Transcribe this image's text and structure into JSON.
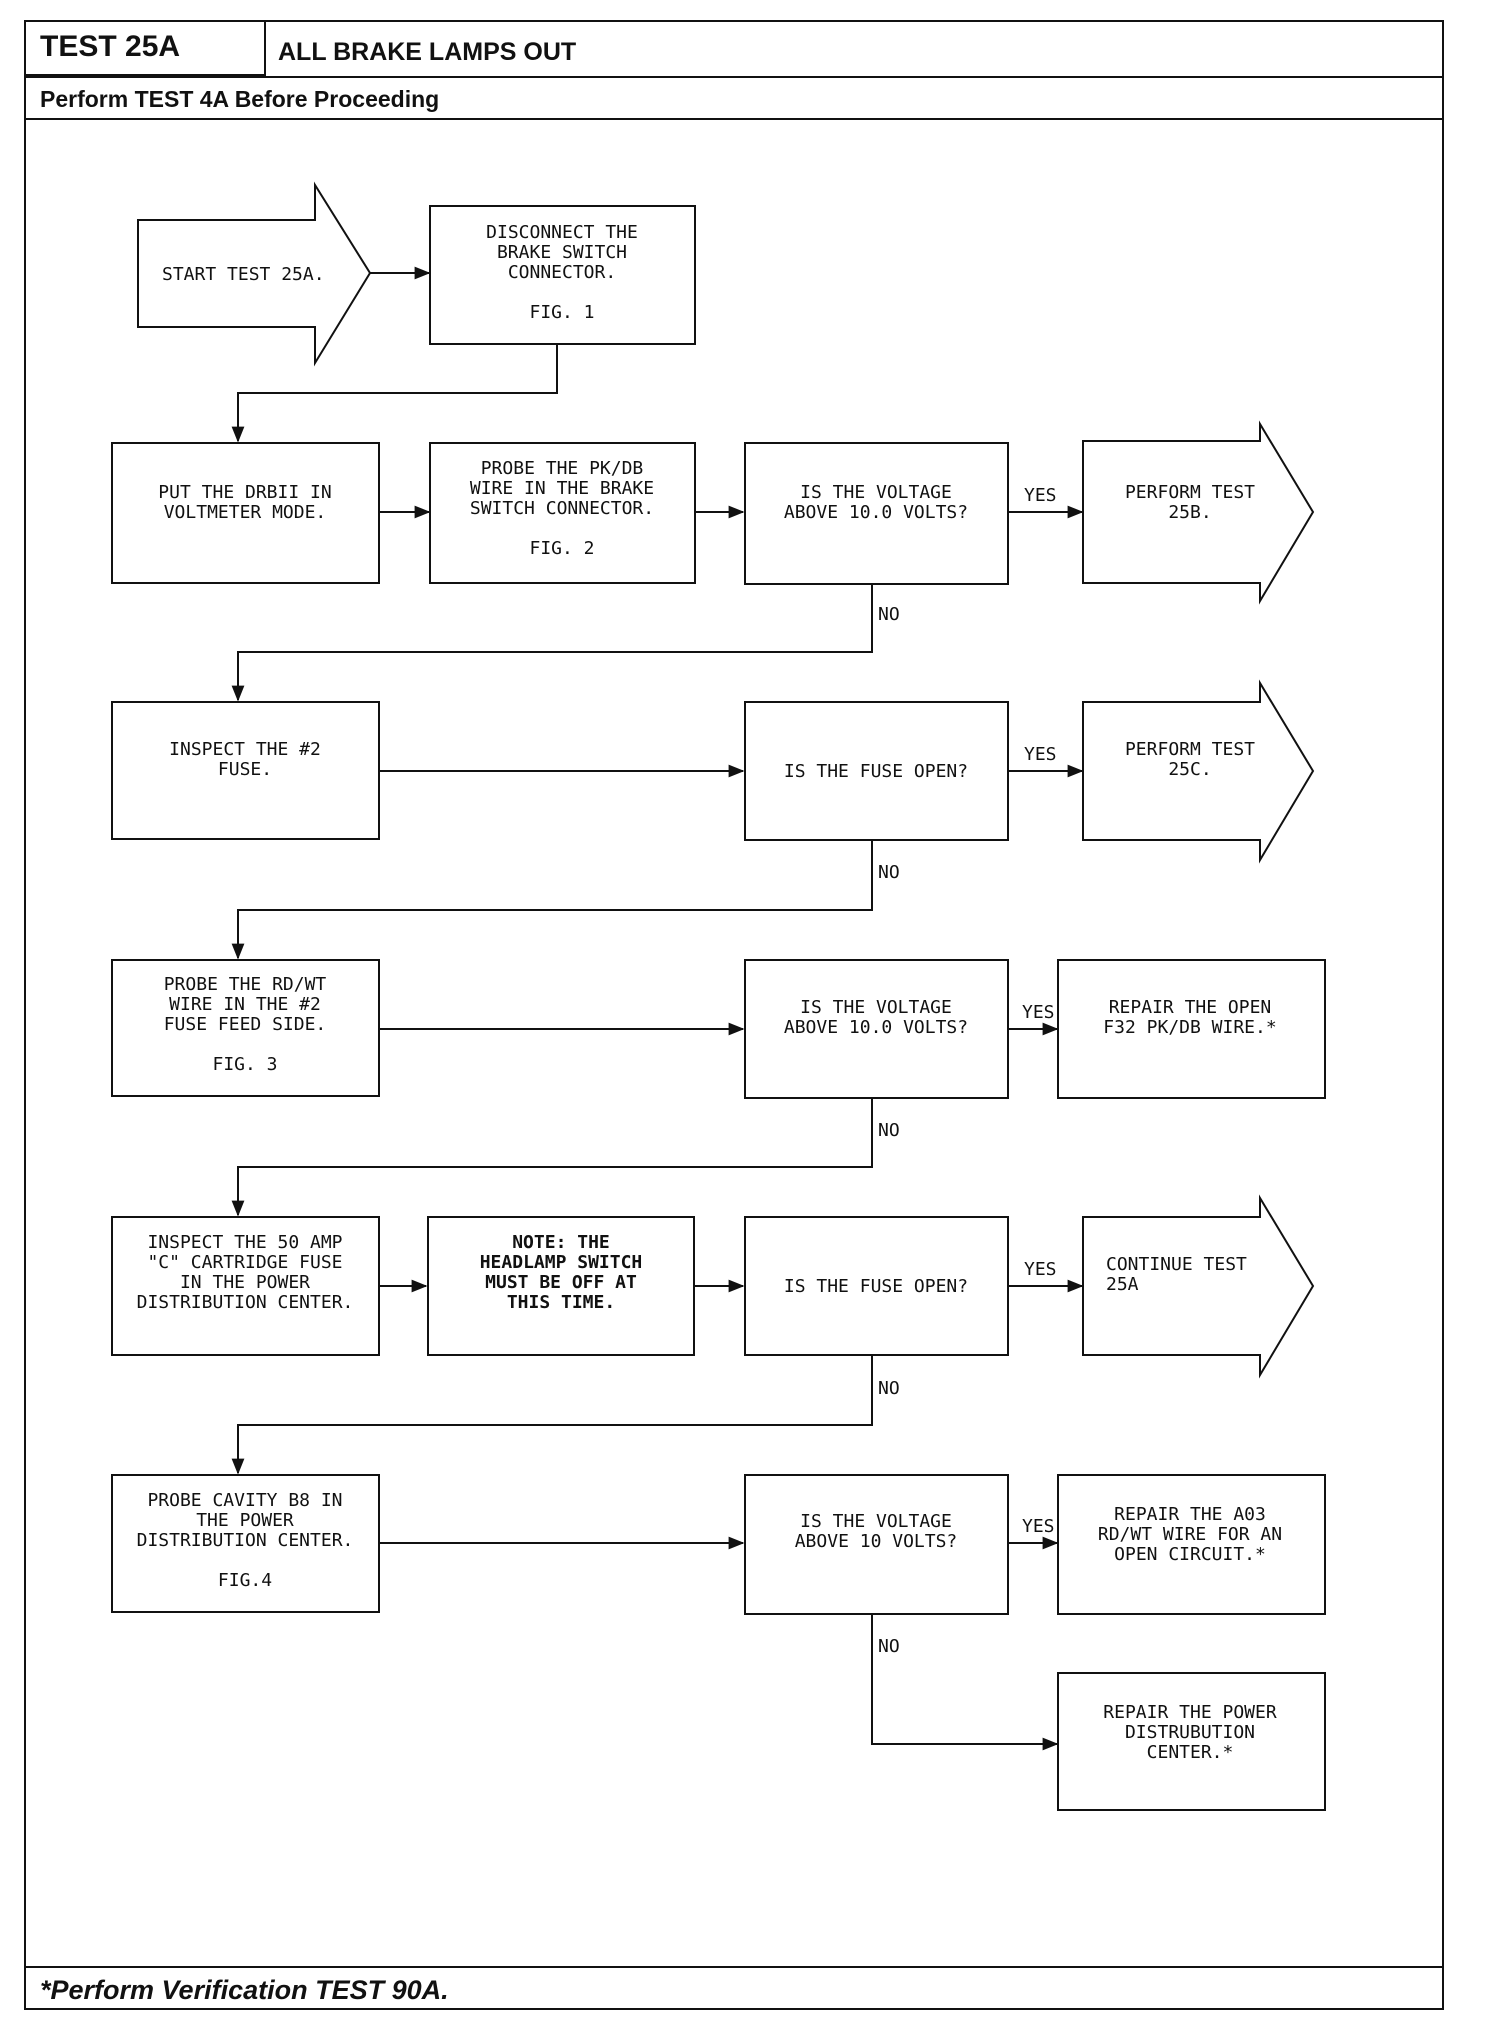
{
  "header": {
    "test_id": "TEST 25A",
    "title": "ALL BRAKE LAMPS OUT",
    "subtitle": "Perform TEST 4A Before Proceeding"
  },
  "footer": {
    "note": "*Perform Verification TEST 90A."
  },
  "labels": {
    "yes": "YES",
    "no": "NO"
  },
  "steps": {
    "start": [
      "START TEST 25A."
    ],
    "disconnect": [
      "DISCONNECT THE",
      "BRAKE SWITCH",
      "CONNECTOR.",
      "",
      "FIG. 1"
    ],
    "put_drb": [
      "PUT THE DRBII IN",
      "VOLTMETER MODE."
    ],
    "probe_pkdb": [
      "PROBE THE PK/DB",
      "WIRE IN THE BRAKE",
      "SWITCH CONNECTOR.",
      "",
      "FIG. 2"
    ],
    "q_voltage1": [
      "IS THE VOLTAGE",
      "ABOVE 10.0 VOLTS?"
    ],
    "perform_25b": [
      "PERFORM TEST",
      "25B."
    ],
    "inspect_fuse2": [
      "INSPECT THE #2",
      "FUSE."
    ],
    "q_fuse_open1": [
      "IS THE FUSE OPEN?"
    ],
    "perform_25c": [
      "PERFORM TEST",
      "25C."
    ],
    "probe_rdwt": [
      "PROBE THE RD/WT",
      "WIRE IN THE #2",
      "FUSE FEED SIDE.",
      "",
      "FIG. 3"
    ],
    "q_voltage2": [
      "IS THE VOLTAGE",
      "ABOVE 10.0 VOLTS?"
    ],
    "repair_f32": [
      "REPAIR THE OPEN",
      "F32 PK/DB WIRE.*"
    ],
    "inspect_50amp": [
      "INSPECT THE 50 AMP",
      "\"C\" CARTRIDGE FUSE",
      "IN THE POWER",
      "DISTRIBUTION CENTER."
    ],
    "note_headlamp": [
      "NOTE:  THE",
      "HEADLAMP SWITCH",
      "MUST BE OFF AT",
      "THIS TIME."
    ],
    "q_fuse_open2": [
      "IS THE FUSE OPEN?"
    ],
    "continue_25a": [
      "CONTINUE TEST",
      "25A"
    ],
    "probe_cavity": [
      "PROBE CAVITY B8 IN",
      "THE POWER",
      "DISTRIBUTION CENTER.",
      "",
      "FIG.4"
    ],
    "q_voltage3": [
      "IS THE VOLTAGE",
      "ABOVE 10 VOLTS?"
    ],
    "repair_a03": [
      "REPAIR THE A03",
      "RD/WT WIRE FOR AN",
      "OPEN CIRCUIT.*"
    ],
    "repair_pdc": [
      "REPAIR THE POWER",
      "DISTRUBUTION",
      "CENTER.*"
    ]
  }
}
